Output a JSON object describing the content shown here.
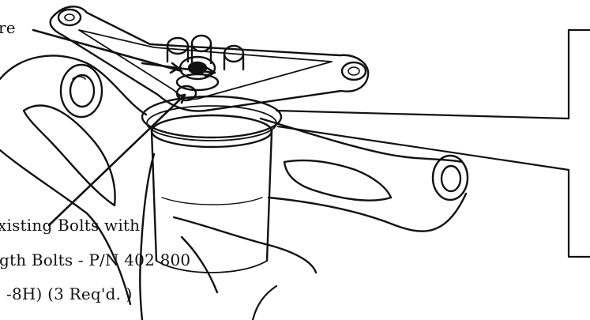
{
  "diagram": {
    "callout_top": "re",
    "callout_bottom": {
      "line1": "xisting Bolts with",
      "line2": "gth Bolts - P/N 402 800",
      "line3": "-8H)  (3 Req'd. )"
    }
  },
  "colors": {
    "ink": "#111111",
    "paper": "#ffffff"
  }
}
